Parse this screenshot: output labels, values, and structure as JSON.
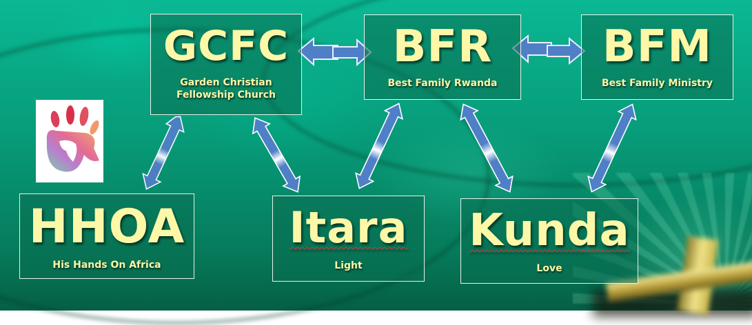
{
  "slide": {
    "background_colors": {
      "top": "#0bb894",
      "bottom": "#055f45",
      "box_border": "#e9f2ea",
      "text": "#fdf7a8",
      "arrow_fill": "#4f7fc6"
    }
  },
  "nodes": [
    {
      "id": "gcfc",
      "abbr": "GCFC",
      "name_line1": "Garden Christian",
      "name_line2": "Fellowship Church"
    },
    {
      "id": "bfr",
      "abbr": "BFR",
      "name_line1": "Best Family Rwanda"
    },
    {
      "id": "bfm",
      "abbr": "BFM",
      "name_line1": "Best Family Ministry"
    },
    {
      "id": "hhoa",
      "abbr": "HHOA",
      "name_line1": "His Hands On Africa"
    },
    {
      "id": "itara",
      "abbr": "Itara",
      "name_line1": "Light"
    },
    {
      "id": "kunda",
      "abbr": "Kunda",
      "name_line1": "Love"
    }
  ],
  "connections": [
    {
      "from": "GCFC",
      "to": "BFR",
      "type": "bidirectional"
    },
    {
      "from": "BFR",
      "to": "BFM",
      "type": "bidirectional"
    },
    {
      "from": "GCFC",
      "to": "HHOA",
      "type": "bidirectional"
    },
    {
      "from": "GCFC",
      "to": "Itara",
      "type": "bidirectional"
    },
    {
      "from": "BFR",
      "to": "Itara",
      "type": "bidirectional"
    },
    {
      "from": "BFR",
      "to": "Kunda",
      "type": "bidirectional"
    },
    {
      "from": "BFM",
      "to": "Kunda",
      "type": "bidirectional"
    }
  ],
  "images": {
    "hand_logo": "colorful-handprint-with-africa-icon",
    "cross": "golden-cross-light-rays"
  }
}
